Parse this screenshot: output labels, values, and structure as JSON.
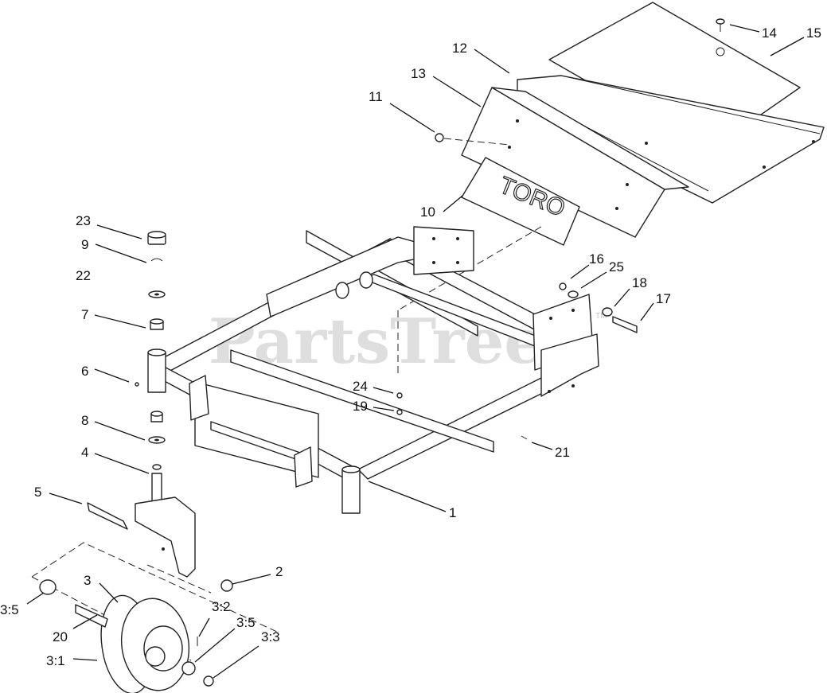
{
  "diagram": {
    "watermark": "PartsTree",
    "watermark_tm": "TM",
    "decal_text": "TORO",
    "callouts": {
      "c1": "1",
      "c2": "2",
      "c3": "3",
      "c4": "4",
      "c5": "5",
      "c6": "6",
      "c7": "7",
      "c8": "8",
      "c9": "9",
      "c10": "10",
      "c11": "11",
      "c12": "12",
      "c13": "13",
      "c14": "14",
      "c15": "15",
      "c16": "16",
      "c17": "17",
      "c18": "18",
      "c19": "19",
      "c20": "20",
      "c21": "21",
      "c22": "22",
      "c23": "23",
      "c24": "24",
      "c25": "25",
      "c3_1": "3:1",
      "c3_2": "3:2",
      "c3_3": "3:3",
      "c3_5a": "3:5",
      "c3_5b": "3:5"
    }
  }
}
